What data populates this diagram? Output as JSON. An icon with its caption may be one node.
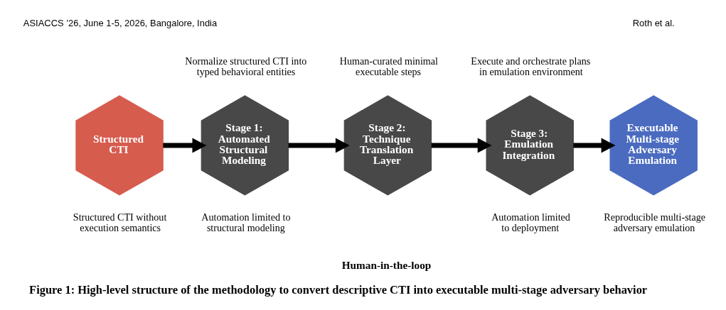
{
  "diagram": {
    "caption": "Figure 1: High-level structure of the methodology to convert descriptive CTI into executable multi-stage adversary behavior",
    "nodes": [
      {
        "text": [
          "Structured CTI"
        ],
        "beside": [
          "Structured CTI without execution semantics"
        ]
      },
      {
        "text": [
          "Stage 1: Automated Structural Modeling"
        ],
        "beside": [
          "Normalize structured CTI into typed behavioral entities",
          "Automation limited to structural modeling"
        ]
      },
      {
        "text": [
          "Stage 2: Technique Translation Layer"
        ],
        "beside": [
          "Human-curated minimal executable steps"
        ]
      },
      {
        "text": [
          "Stage 3: Emulation Integration"
        ],
        "beside": [
          "Execute and orchestrate plans in emulation environment",
          "Automation limited to deployment"
        ]
      },
      {
        "text": [
          "Executable Multi-stage Adversary Emulation"
        ],
        "beside": [
          "Reproducible multi-stage adversary emulation"
        ]
      }
    ],
    "edges": [
      {
        "from": 0,
        "to": 1,
        "arrow": "to"
      },
      {
        "from": 1,
        "to": 2,
        "arrow": "to"
      },
      {
        "from": 2,
        "to": 3,
        "arrow": "to"
      },
      {
        "from": 3,
        "to": 4,
        "arrow": "to"
      }
    ],
    "labels": [
      "ASIACCS ’26, June 1-5, 2026, Bangalore, India",
      "Roth et al.",
      "Human-in-the-loop"
    ]
  }
}
